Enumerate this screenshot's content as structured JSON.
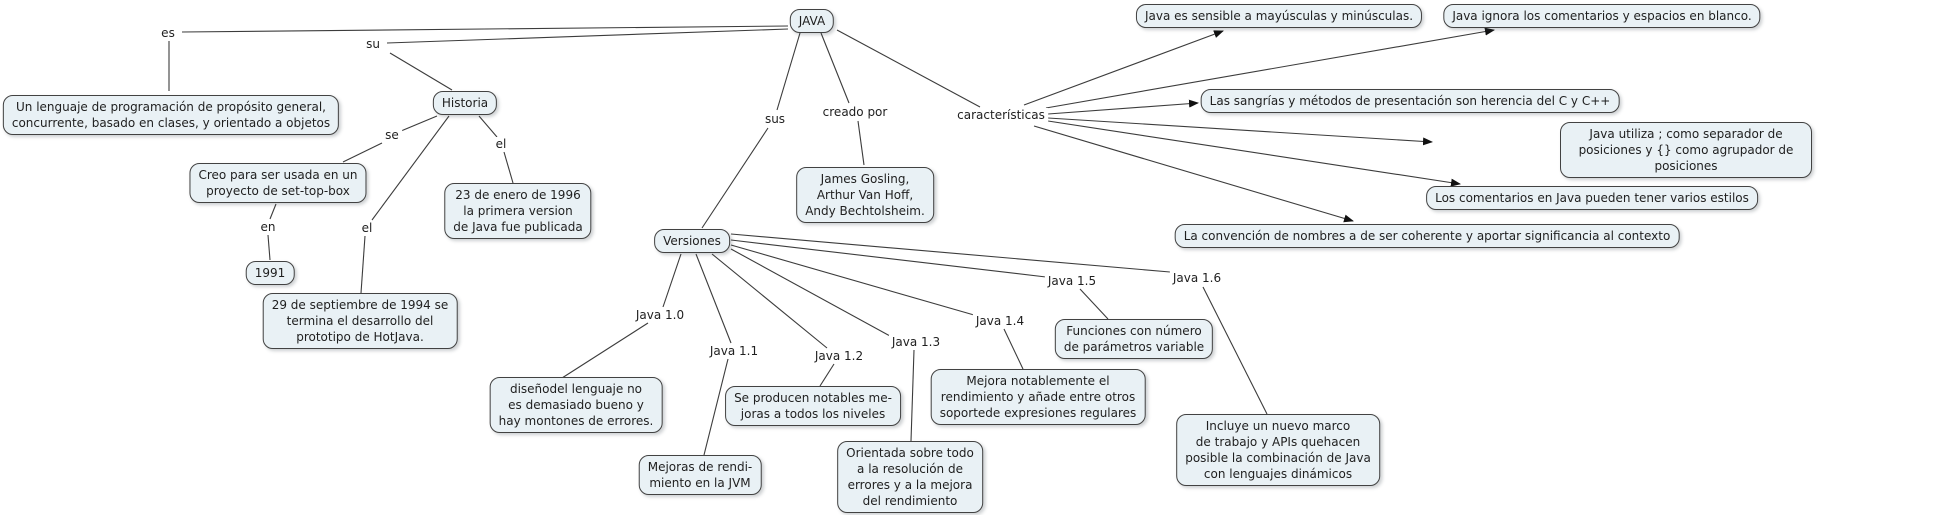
{
  "colors": {
    "background": "#ffffff",
    "node_fill": "#e9f1f5",
    "node_border": "#424242",
    "line": "#3c3c3c",
    "arrow": "#111111",
    "text": "#1f1f1f"
  },
  "concepts": {
    "java": "JAVA",
    "definition": "Un lenguaje de programación de propósito general,\nconcurrente, basado en clases, y orientado a objetos",
    "historia": "Historia",
    "set_top_box": "Creo para ser usada en un\nproyecto de set-top-box",
    "anio_1991": "1991",
    "enero_1996": "23 de enero de 1996\nla primera version\nde Java fue publicada",
    "septiembre_1994": "29 de septiembre de 1994 se\ntermina el desarrollo del\nprototipo de HotJava.",
    "creadores": "James Gosling,\nArthur Van Hoff,\nAndy Bechtolsheim.",
    "versiones": "Versiones",
    "caract_sensible": "Java es sensible a mayúsculas y minúsculas.",
    "caract_ignora": "Java ignora los comentarios y espacios en blanco.",
    "caract_sangrias": "Las sangrías y métodos de presentación son herencia del C y C++",
    "caract_separador": "Java utiliza ; como separador de posiciones y {} como agrupador de posiciones",
    "caract_comentarios": "Los comentarios en Java pueden tener varios estilos",
    "caract_convencion": "La convención de nombres a de ser coherente y aportar significancia al contexto",
    "nota_v10": "diseñodel lenguaje no\nes demasiado bueno y\nhay montones de errores.",
    "nota_v11": "Mejoras de rendi-\nmiento en la JVM",
    "nota_v12": "Se producen notables me-\njoras a todos los niveles",
    "nota_v13": "Orientada sobre todo\na la resolución de\nerrores y a la mejora\ndel rendimiento",
    "nota_v14": "Mejora notablemente el\nrendimiento y añade entre otros\nsoportede expresiones regulares",
    "nota_v15": "Funciones con número\nde parámetros variable",
    "nota_v16": "Incluye un nuevo marco\nde trabajo y APIs quehacen\nposible la combinación de Java\ncon lenguajes dinámicos"
  },
  "link_labels": {
    "es": "es",
    "su": "su",
    "se": "se",
    "en": "en",
    "el_1996": "el",
    "el_1994": "el",
    "sus": "sus",
    "creado_por": "creado por",
    "caracteristicas": "características",
    "java_10": "Java 1.0",
    "java_11": "Java 1.1",
    "java_12": "Java 1.2",
    "java_13": "Java 1.3",
    "java_14": "Java 1.4",
    "java_15": "Java 1.5",
    "java_16": "Java 1.6"
  }
}
